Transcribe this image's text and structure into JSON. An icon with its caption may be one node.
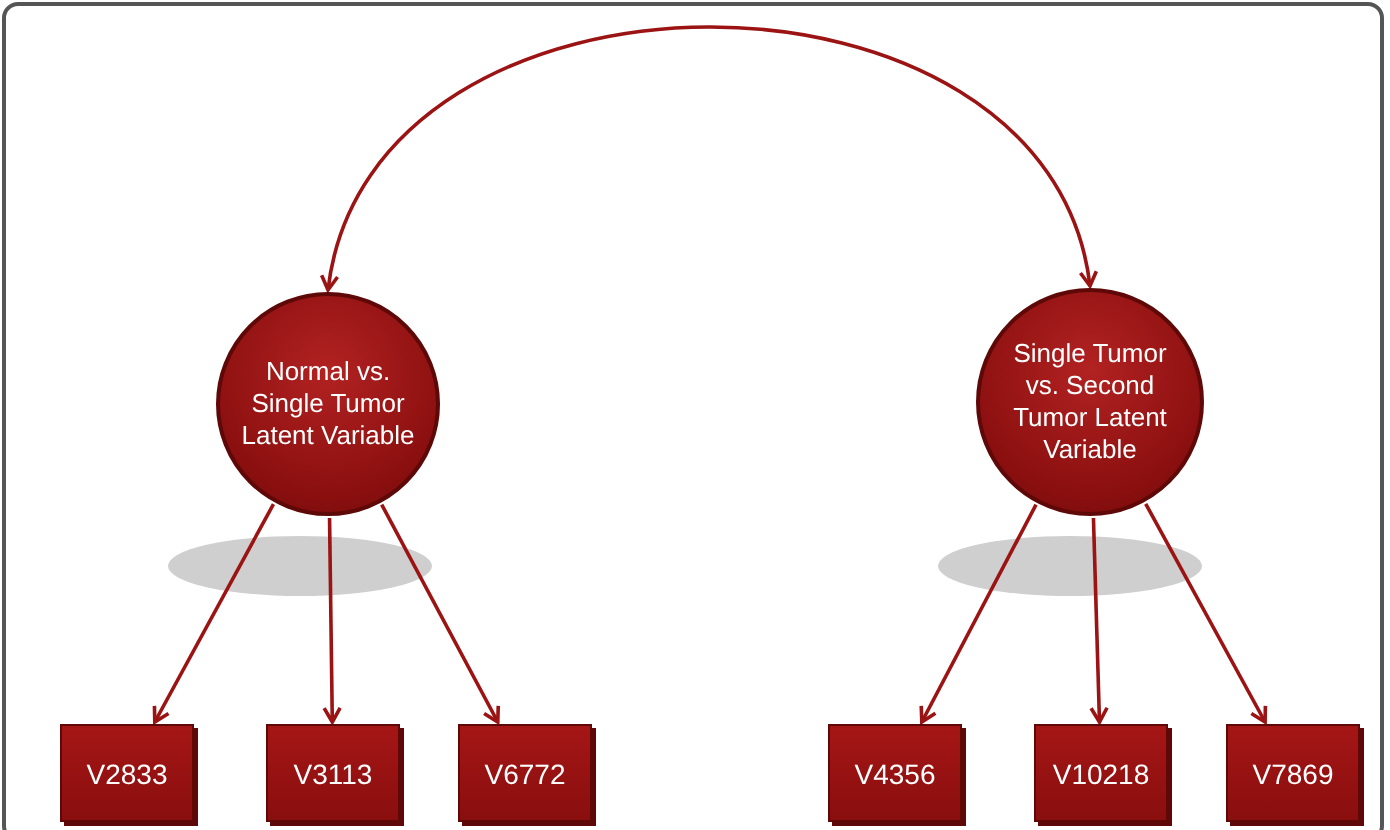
{
  "diagram": {
    "nodes": [
      {
        "text": [
          "Normal vs. Single Tumor Latent Variable"
        ]
      },
      {
        "text": [
          "Single Tumor vs. Second Tumor Latent Variable"
        ]
      },
      {
        "text": [
          "V2833"
        ]
      },
      {
        "text": [
          "V3113"
        ]
      },
      {
        "text": [
          "V6772"
        ]
      },
      {
        "text": [
          "V4356"
        ]
      },
      {
        "text": [
          "V10218"
        ]
      },
      {
        "text": [
          "V7869"
        ]
      }
    ],
    "edges": [
      {
        "from": 0,
        "to": 1,
        "arrow": "both"
      },
      {
        "from": 0,
        "to": 2,
        "arrow": "to"
      },
      {
        "from": 0,
        "to": 3,
        "arrow": "to"
      },
      {
        "from": 0,
        "to": 4,
        "arrow": "to"
      },
      {
        "from": 1,
        "to": 5,
        "arrow": "to"
      },
      {
        "from": 1,
        "to": 6,
        "arrow": "to"
      },
      {
        "from": 1,
        "to": 7,
        "arrow": "to"
      }
    ]
  }
}
